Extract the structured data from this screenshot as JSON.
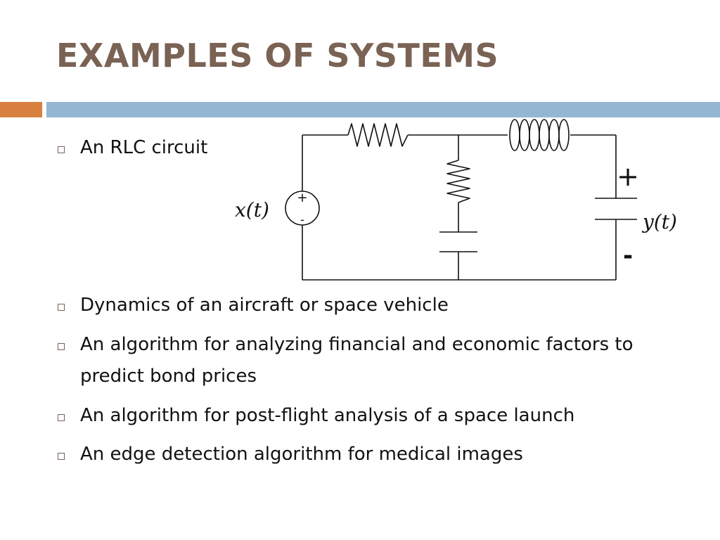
{
  "title": "EXAMPLES OF SYSTEMS",
  "bullets": [
    "An RLC circuit",
    "Dynamics of an aircraft or space vehicle",
    "An algorithm for analyzing financial and economic factors to predict bond prices",
    "An algorithm for post-flight analysis of a space launch",
    "An edge detection algorithm for medical images"
  ],
  "circuit": {
    "input_label": "x(t)",
    "output_label": "y(t)",
    "source_plus": "+",
    "source_minus": "-",
    "output_plus": "+",
    "output_minus": "-"
  },
  "colors": {
    "title": "#7a6254",
    "accent_orange": "#d8803f",
    "accent_blue": "#94b6d2"
  }
}
